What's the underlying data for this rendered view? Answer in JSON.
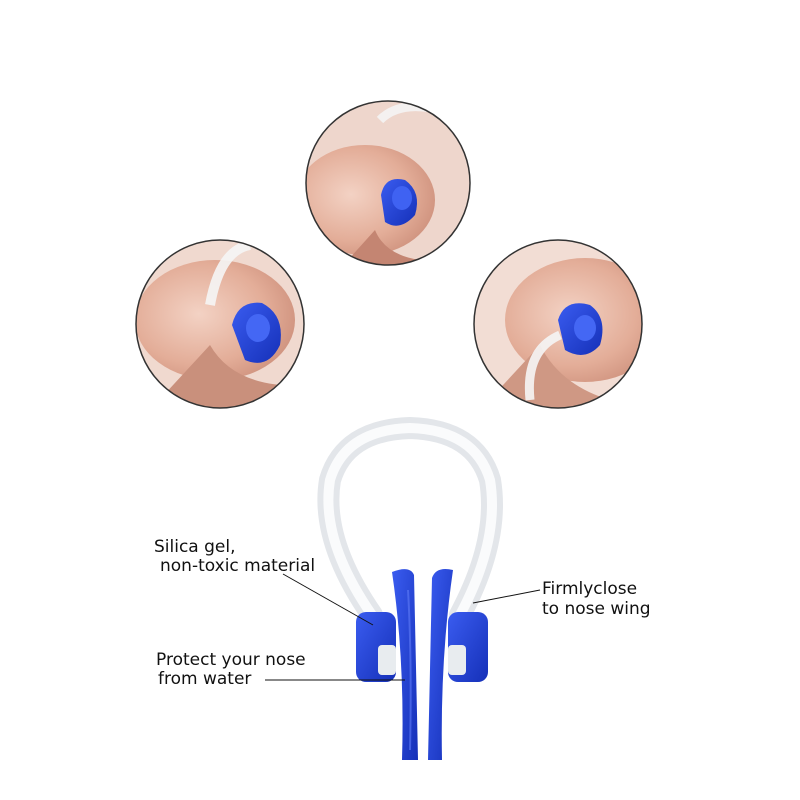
{
  "labels": {
    "silica_line1": "Silica gel,",
    "silica_line2": "non-toxic material",
    "firmly_line1": "Firmlyclose",
    "firmly_line2": "to nose wing",
    "protect_line1": "Protect your nose",
    "protect_line2": "from water"
  },
  "colors": {
    "clip_blue": "#1f3fd6",
    "skin": "#e8b9a6",
    "circle_border": "#333333"
  }
}
